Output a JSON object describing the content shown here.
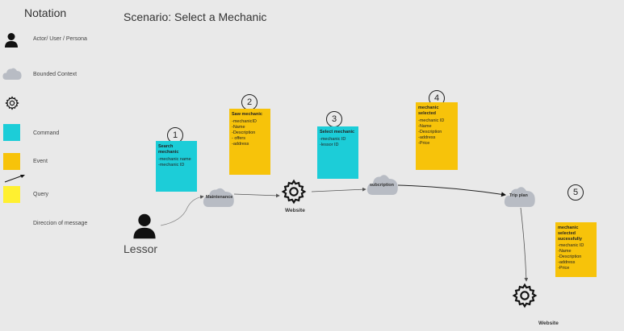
{
  "notation": {
    "title": "Notation",
    "items": [
      {
        "label": "Actor/ User / Persona",
        "icon": "person-icon"
      },
      {
        "label": "Bounded Context",
        "icon": "cloud-icon"
      },
      {
        "label": "",
        "icon": "gear-icon"
      },
      {
        "label": "Command",
        "color": "#1ccdd8"
      },
      {
        "label": "Event",
        "color": "#f7c30a"
      },
      {
        "label": "",
        "icon": "arrow-icon"
      },
      {
        "label": "Query",
        "color": "#fff030"
      },
      {
        "label": "Direccion of message"
      }
    ]
  },
  "scenario": {
    "title": "Scenario: Select a Mechanic"
  },
  "steps": [
    "1",
    "2",
    "3",
    "4",
    "5"
  ],
  "stickies": {
    "search": {
      "title": "Search mechanic",
      "lines": [
        "-mechanic name",
        "-mechanic ID"
      ]
    },
    "saw": {
      "title": "Saw mechanic",
      "lines": [
        "-mechanicID",
        "-Name",
        "-Description",
        "- offers",
        "-address"
      ]
    },
    "select": {
      "title": "Select mechanic",
      "lines": [
        "-mechanic ID",
        "-lessor ID"
      ]
    },
    "selected": {
      "title": "mechanic selected",
      "lines": [
        "-mechanic ID",
        "-Name",
        "-Description",
        "-address",
        "-Price"
      ]
    },
    "selected_ok": {
      "title": "mechanic selected sucessfully",
      "lines": [
        "-mechanic ID",
        "-Name",
        "-Description",
        "-address",
        "-Price"
      ]
    }
  },
  "contexts": {
    "maintenance": "Maintenance",
    "subscription": "subcription",
    "trip_plan": "Trip plan"
  },
  "systems": {
    "website_1": "Website",
    "website_2": "Website"
  },
  "actor": {
    "label": "Lessor"
  },
  "colors": {
    "command": "#1ccdd8",
    "event": "#f7c30a",
    "query": "#fff030",
    "background": "#e9e9e9"
  }
}
